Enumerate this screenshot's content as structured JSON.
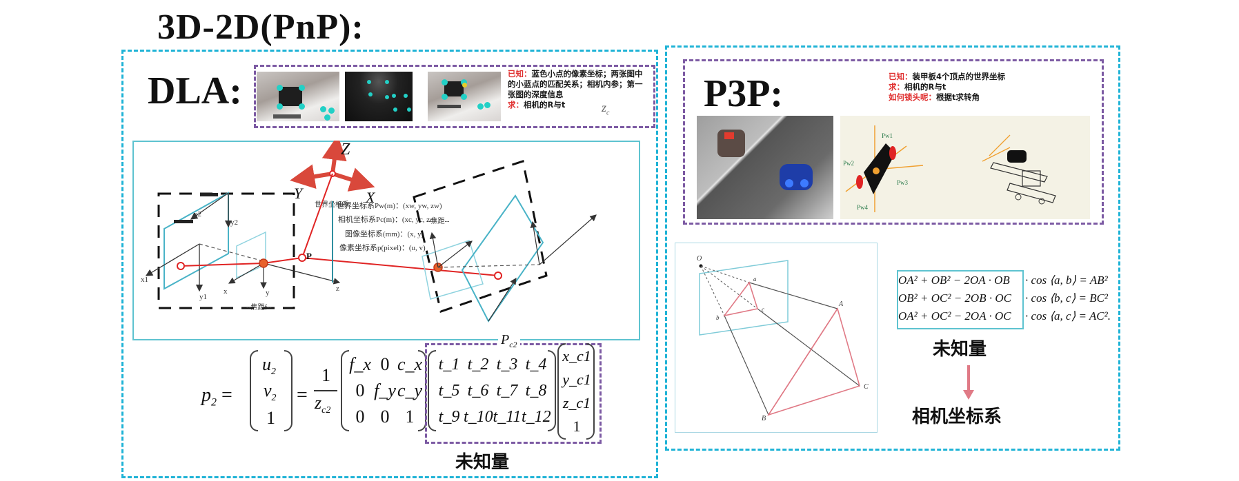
{
  "title": "3D-2D(PnP):",
  "dla": {
    "label": "DLA:",
    "known_prefix": "已知：",
    "known_text": "蓝色小点的像素坐标；两张图中的小蓝点的匹配关系；相机内参；第一张图的深度信息",
    "zc_symbol": "z",
    "zc_sub": "c",
    "solve_prefix": "求：",
    "solve_text": "相机的R与t",
    "diagram": {
      "world_axes": {
        "z": "Z",
        "y": "Y",
        "x": "X"
      },
      "world_frame_label": "世界坐标系",
      "point_label": "P",
      "legend": [
        "世界坐标系Pw(m)：(xw, yw, zw)",
        "相机坐标系Pc(m)：(xc, yc, zc)",
        "图像坐标系(mm)：(x, y)",
        "像素坐标系p(pixel)：(u, v)"
      ],
      "left_camera_axes": {
        "x1": "x1",
        "y1": "y1",
        "x2": "x2",
        "y2": "y2",
        "x": "x",
        "y": "y",
        "z": "z"
      },
      "focal_label": "--焦距f--",
      "right_focal_label": "--焦距--"
    },
    "equation": {
      "lhs": "p",
      "lhs_sub": "2",
      "vector_u": [
        "u",
        "2"
      ],
      "vector_v": [
        "v",
        "2"
      ],
      "vector_one": "1",
      "frac_num": "1",
      "frac_den": "z",
      "frac_den_sub": "c2",
      "K": [
        [
          "f_x",
          "0",
          "c_x"
        ],
        [
          "0",
          "f_y",
          "c_y"
        ],
        [
          "0",
          "0",
          "1"
        ]
      ],
      "T": [
        [
          "t_1",
          "t_2",
          "t_3",
          "t_4"
        ],
        [
          "t_5",
          "t_6",
          "t_7",
          "t_8"
        ],
        [
          "t_9",
          "t_10",
          "t_11",
          "t_12"
        ]
      ],
      "X": [
        "x_c1",
        "y_c1",
        "z_c1",
        "1"
      ],
      "pc2_label": "P",
      "pc2_sub": "c2",
      "unknown_label": "未知量"
    }
  },
  "p3p": {
    "label": "P3P:",
    "known_prefix": "已知：",
    "known_text": "装甲板4个顶点的世界坐标",
    "solve_prefix": "求：",
    "solve_text": "相机的R与t",
    "how_prefix": "如何锁头呢：",
    "how_text": "根据t求转角",
    "sketch_labels": [
      "Pw1",
      "Pw2",
      "Pw3",
      "Pw4"
    ],
    "geometry_labels": {
      "O": "O",
      "a": "a",
      "b": "b",
      "c": "c",
      "A": "A",
      "B": "B",
      "C": "C"
    },
    "equations": [
      {
        "boxed": "OA² + OB² − 2OA · OB",
        "rest": "· cos ⟨a, b⟩ = AB²"
      },
      {
        "boxed": "OB² + OC² − 2OB · OC",
        "rest": "· cos ⟨b, c⟩ = BC²"
      },
      {
        "boxed": "OA² + OC² − 2OA · OC",
        "rest": "· cos ⟨a, c⟩ = AC²."
      }
    ],
    "unknown_label": "未知量",
    "result_label": "相机坐标系"
  },
  "colors": {
    "outer_dash": "#1fb3d6",
    "inner_dash": "#7c5aa3",
    "frame_cyan": "#5ec3d0",
    "red_line": "#e02424",
    "axis_red": "#d9483b",
    "arrow_pink": "#e07a86"
  }
}
